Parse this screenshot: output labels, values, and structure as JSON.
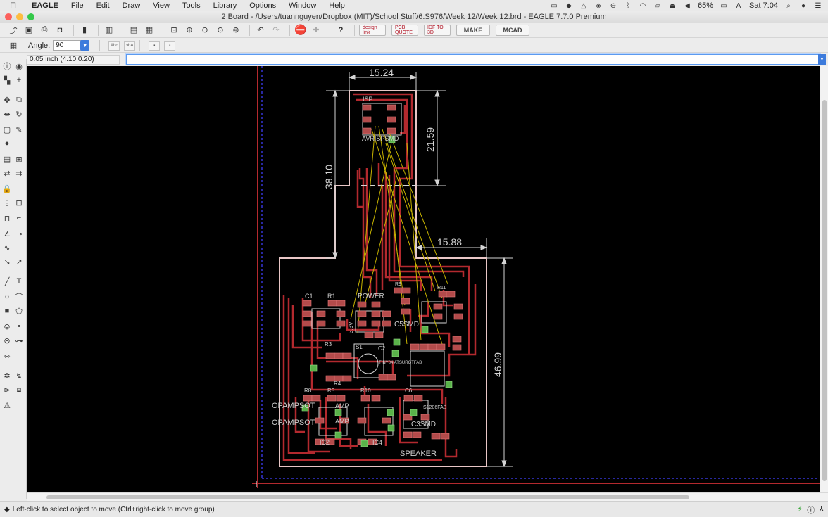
{
  "menubar": {
    "apple": "",
    "items": [
      "EAGLE",
      "File",
      "Edit",
      "Draw",
      "View",
      "Tools",
      "Library",
      "Options",
      "Window",
      "Help"
    ],
    "battery": "65%",
    "clock": "Sat 7:04"
  },
  "window": {
    "title": "2 Board - /Users/tuannguyen/Dropbox (MIT)/School Stuff/6.S976/Week 12/Week 12.brd - EAGLE 7.7.0 Premium"
  },
  "toolbar": {
    "ext_buttons": [
      "design link",
      "PCB QUOTE",
      "IDF TO 3D",
      "MAKE",
      "MCAD"
    ]
  },
  "params": {
    "angle_label": "Angle:",
    "angle_value": "90"
  },
  "command": {
    "coordinate": "0.05 inch (4.10 0.20)",
    "input_value": ""
  },
  "board": {
    "dimensions": [
      "15.24",
      "21.59",
      "38.10",
      "15.88",
      "46.99"
    ],
    "labels": {
      "isp": "ISP",
      "avrisp": "AVRISPSMD",
      "power": "POWER",
      "c1": "C1",
      "r1": "R1",
      "r9": "R9",
      "r11": "R11",
      "c5smd": "C5SMD",
      "s1": "S1",
      "c2": "C2",
      "r3": "R3",
      "r4": "R4",
      "tinyfab": "TINY84 ATSURGTFAB",
      "r8": "R8",
      "r5": "R5",
      "r10": "R10",
      "c6": "C6",
      "opamp1": "OPAMPSOT",
      "opamp2": "OPAMPSOT",
      "amp1": "AMP",
      "amp2": "AMP",
      "ic2": "IC2",
      "ic4": "IC4",
      "c3smd": "C3SMD",
      "s1206": "S1206FAB",
      "speaker": "SPEAKER",
      "cap3v3": "3.3V"
    }
  },
  "status": {
    "message": "Left-click to select object to move (Ctrl+right-click to move group)"
  },
  "colors": {
    "background": "#000000",
    "outline": "#e8c6c6",
    "trace": "#b3292e",
    "pad": "#b34b4b",
    "airwire": "#c8b400",
    "via": "#5ab24a",
    "grid_frame": "#3535d6",
    "dimension": "#d4d4d4"
  }
}
